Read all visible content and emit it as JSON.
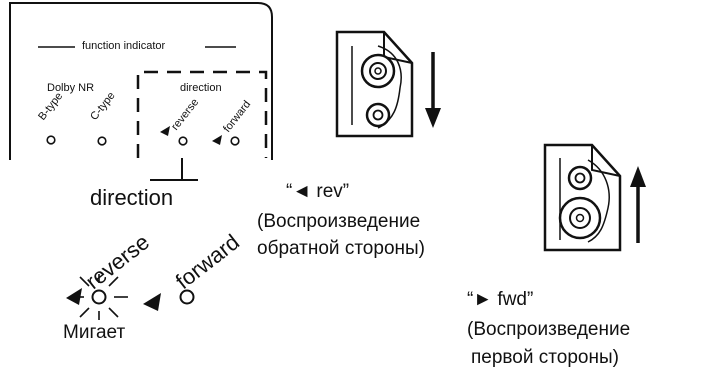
{
  "panel": {
    "title": "function indicator",
    "dolby": {
      "label": "Dolby NR",
      "leds": [
        "B-type",
        "C-type"
      ]
    },
    "direction": {
      "label": "direction",
      "leds": [
        "reverse",
        "forward"
      ]
    }
  },
  "callout": {
    "label": "direction",
    "reverse": "reverse",
    "forward": "forward",
    "state": "Мигает"
  },
  "rev": {
    "code": "“◄ rev”",
    "line1": "(Воспроизведение",
    "line2": "обратной стороны)"
  },
  "fwd": {
    "code": "“► fwd”",
    "line1": "(Воспроизведение",
    "line2": "первой стороны)"
  },
  "icons": [
    "cassette-down-icon",
    "cassette-up-icon",
    "arrow-down-icon",
    "arrow-up-icon",
    "led-blink-icon"
  ]
}
